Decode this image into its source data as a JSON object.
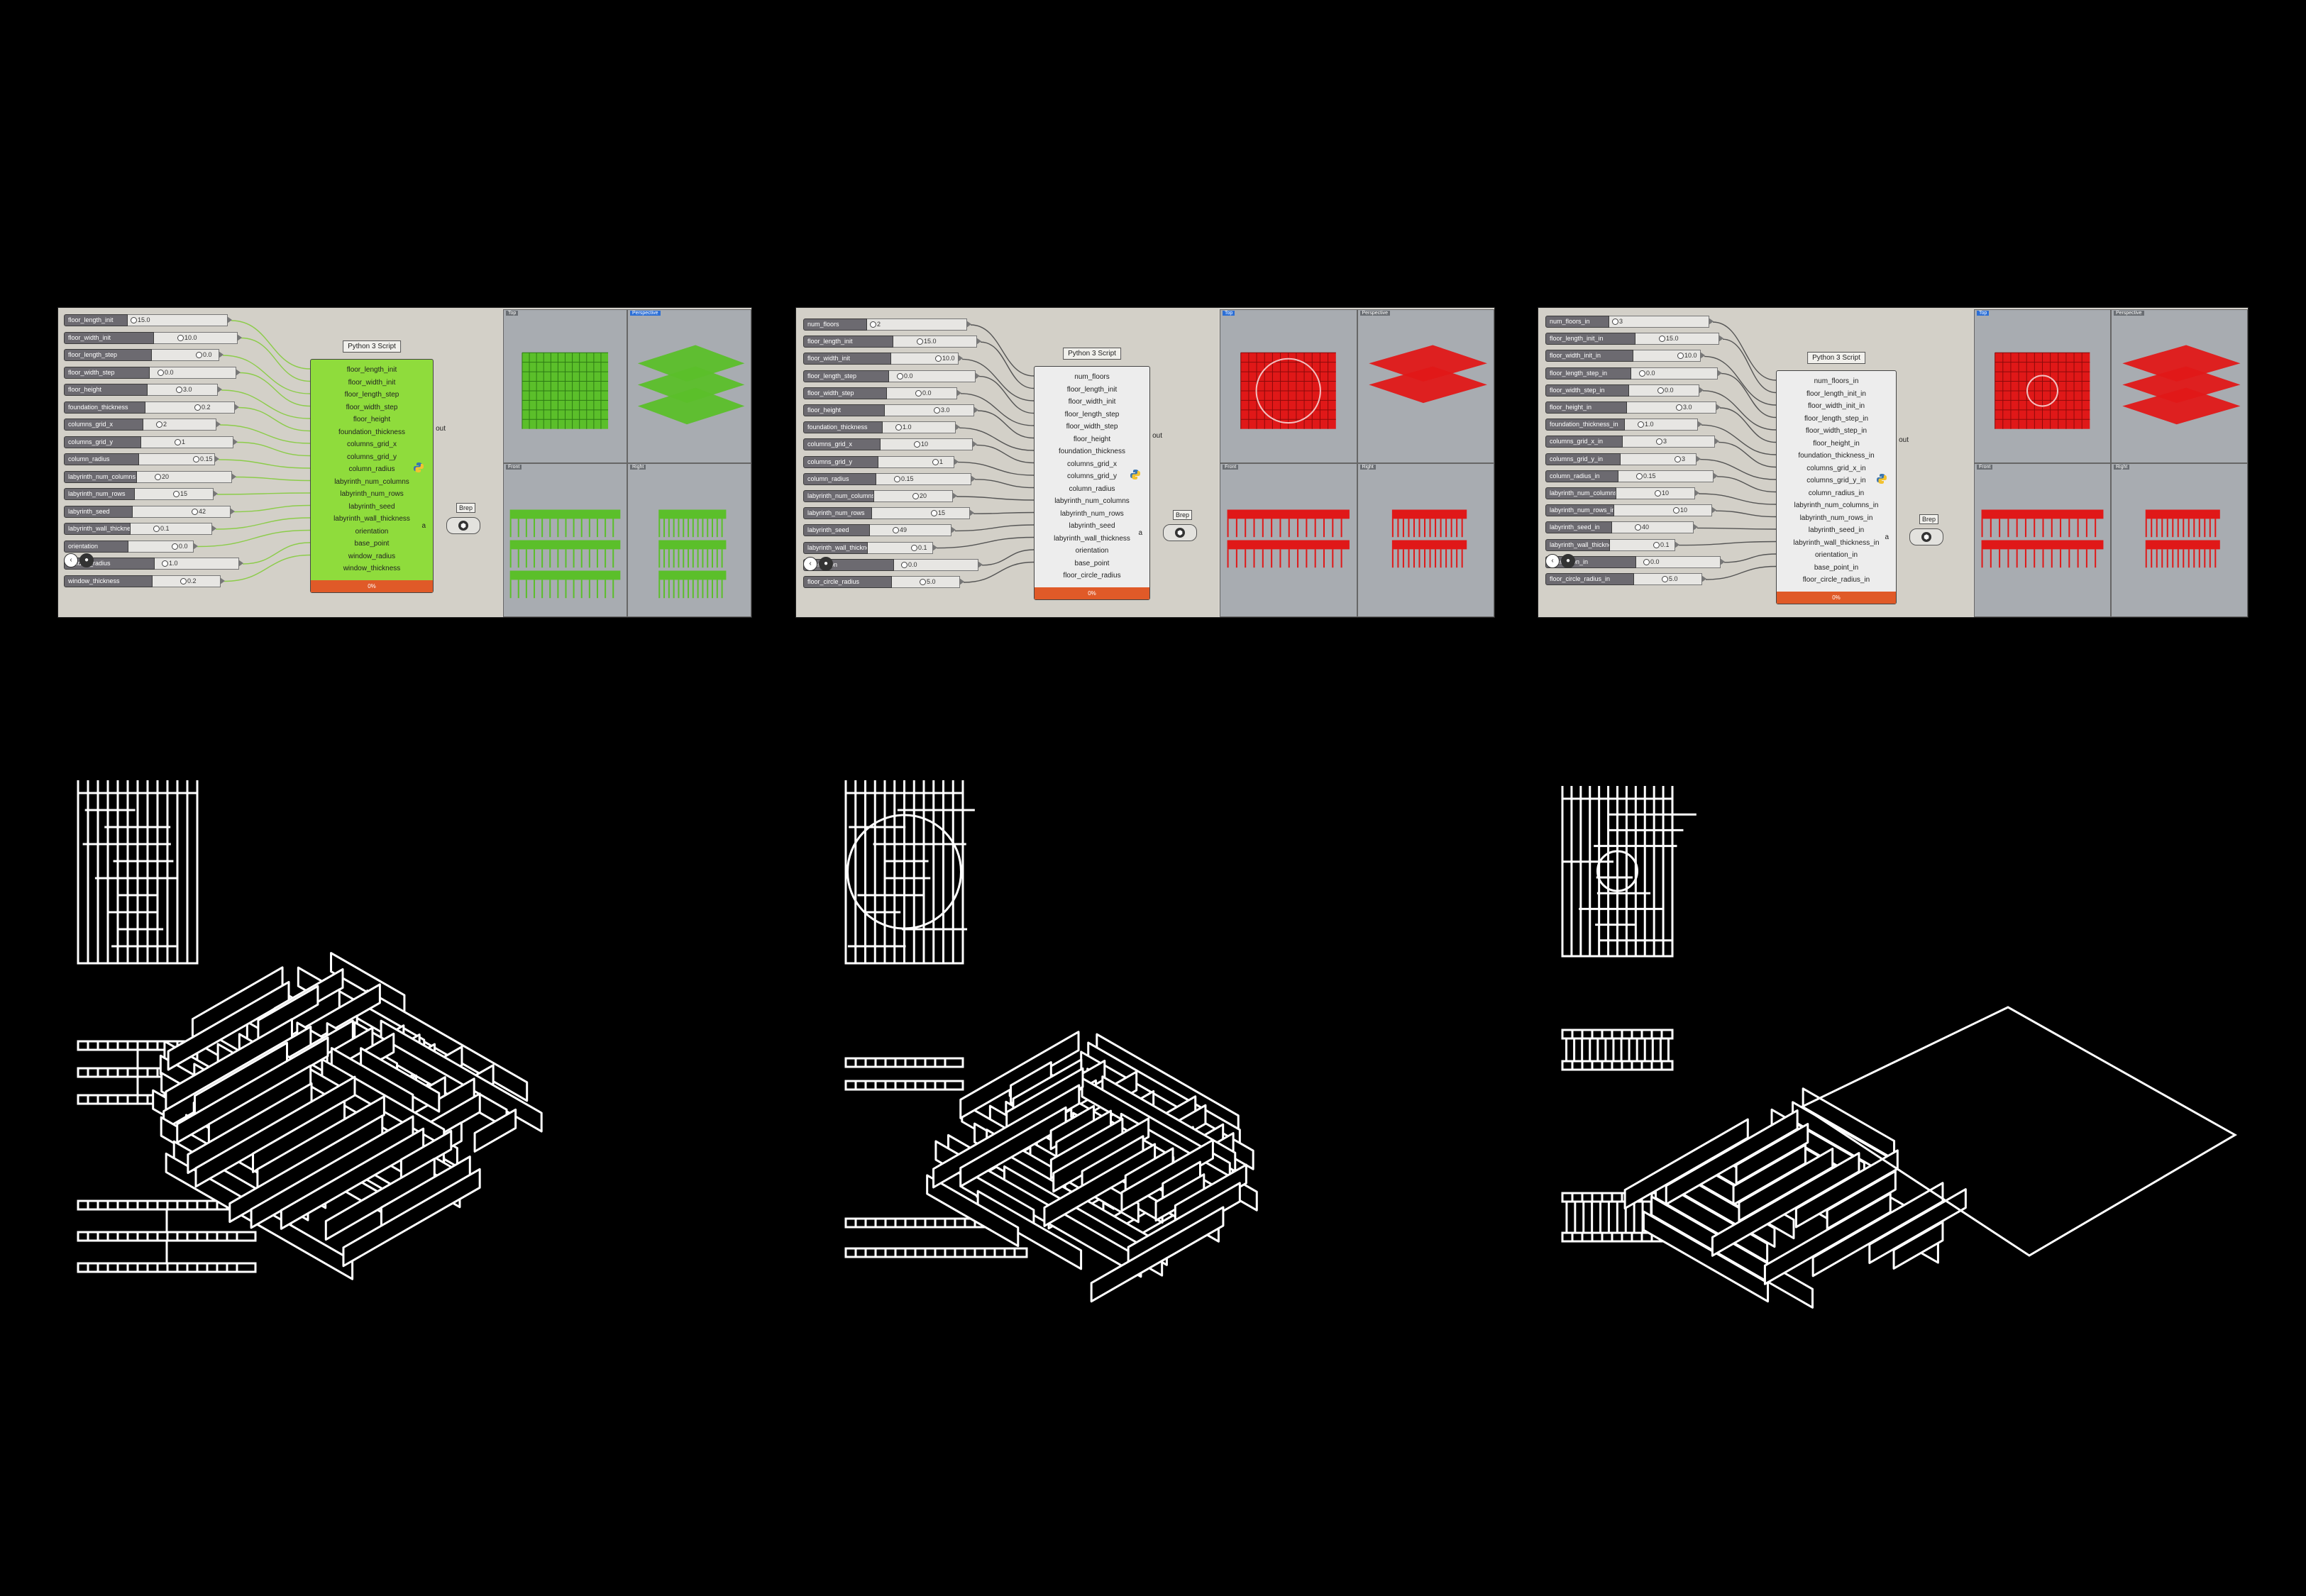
{
  "panels": [
    {
      "title": "Python 3 Script",
      "inputs": [
        "floor_length_init",
        "floor_width_init",
        "floor_length_step",
        "floor_width_step",
        "floor_height",
        "foundation_thickness",
        "columns_grid_x",
        "columns_grid_y",
        "column_radius",
        "labyrinth_num_columns",
        "labyrinth_num_rows",
        "labyrinth_seed",
        "labyrinth_wall_thickness",
        "orientation",
        "base_point",
        "window_radius",
        "window_thickness"
      ],
      "output_a": "out",
      "output_b": "a",
      "footer": "0%",
      "brep_label": "Brep",
      "sliders": [
        {
          "label": "floor_length_init",
          "value": "15.0"
        },
        {
          "label": "floor_width_init",
          "value": "10.0"
        },
        {
          "label": "floor_length_step",
          "value": "0.0"
        },
        {
          "label": "floor_width_step",
          "value": "0.0"
        },
        {
          "label": "floor_height",
          "value": "3.0"
        },
        {
          "label": "foundation_thickness",
          "value": "0.2"
        },
        {
          "label": "columns_grid_x",
          "value": "2"
        },
        {
          "label": "columns_grid_y",
          "value": "1"
        },
        {
          "label": "column_radius",
          "value": "0.15"
        },
        {
          "label": "labyrinth_num_columns",
          "value": "20"
        },
        {
          "label": "labyrinth_num_rows",
          "value": "15"
        },
        {
          "label": "labyrinth_seed",
          "value": "42"
        },
        {
          "label": "labyrinth_wall_thickness",
          "value": "0.1"
        },
        {
          "label": "orientation",
          "value": "0.0"
        },
        {
          "label": "window_radius",
          "value": "1.0"
        },
        {
          "label": "window_thickness",
          "value": "0.2"
        }
      ],
      "viewports": [
        "Top",
        "Perspective",
        "Front",
        "Right"
      ]
    },
    {
      "title": "Python 3 Script",
      "inputs": [
        "num_floors",
        "floor_length_init",
        "floor_width_init",
        "floor_length_step",
        "floor_width_step",
        "floor_height",
        "foundation_thickness",
        "columns_grid_x",
        "columns_grid_y",
        "column_radius",
        "labyrinth_num_columns",
        "labyrinth_num_rows",
        "labyrinth_seed",
        "labyrinth_wall_thickness",
        "orientation",
        "base_point",
        "floor_circle_radius"
      ],
      "output_a": "out",
      "output_b": "a",
      "footer": "0%",
      "brep_label": "Brep",
      "sliders": [
        {
          "label": "num_floors",
          "value": "2"
        },
        {
          "label": "floor_length_init",
          "value": "15.0"
        },
        {
          "label": "floor_width_init",
          "value": "10.0"
        },
        {
          "label": "floor_length_step",
          "value": "0.0"
        },
        {
          "label": "floor_width_step",
          "value": "0.0"
        },
        {
          "label": "floor_height",
          "value": "3.0"
        },
        {
          "label": "foundation_thickness",
          "value": "1.0"
        },
        {
          "label": "columns_grid_x",
          "value": "10"
        },
        {
          "label": "columns_grid_y",
          "value": "1"
        },
        {
          "label": "column_radius",
          "value": "0.15"
        },
        {
          "label": "labyrinth_num_columns",
          "value": "20"
        },
        {
          "label": "labyrinth_num_rows",
          "value": "15"
        },
        {
          "label": "labyrinth_seed",
          "value": "49"
        },
        {
          "label": "labyrinth_wall_thickness",
          "value": "0.1"
        },
        {
          "label": "orientation",
          "value": "0.0"
        },
        {
          "label": "floor_circle_radius",
          "value": "5.0"
        }
      ],
      "viewports": [
        "Top",
        "Perspective",
        "Front",
        "Right"
      ]
    },
    {
      "title": "Python 3 Script",
      "inputs": [
        "num_floors_in",
        "floor_length_init_in",
        "floor_width_init_in",
        "floor_length_step_in",
        "floor_width_step_in",
        "floor_height_in",
        "foundation_thickness_in",
        "columns_grid_x_in",
        "columns_grid_y_in",
        "column_radius_in",
        "labyrinth_num_columns_in",
        "labyrinth_num_rows_in",
        "labyrinth_seed_in",
        "labyrinth_wall_thickness_in",
        "orientation_in",
        "base_point_in",
        "floor_circle_radius_in"
      ],
      "output_a": "out",
      "output_b": "a",
      "footer": "0%",
      "brep_label": "Brep",
      "sliders": [
        {
          "label": "num_floors_in",
          "value": "3"
        },
        {
          "label": "floor_length_init_in",
          "value": "15.0"
        },
        {
          "label": "floor_width_init_in",
          "value": "10.0"
        },
        {
          "label": "floor_length_step_in",
          "value": "0.0"
        },
        {
          "label": "floor_width_step_in",
          "value": "0.0"
        },
        {
          "label": "floor_height_in",
          "value": "3.0"
        },
        {
          "label": "foundation_thickness_in",
          "value": "1.0"
        },
        {
          "label": "columns_grid_x_in",
          "value": "3"
        },
        {
          "label": "columns_grid_y_in",
          "value": "3"
        },
        {
          "label": "column_radius_in",
          "value": "0.15"
        },
        {
          "label": "labyrinth_num_columns_in",
          "value": "10"
        },
        {
          "label": "labyrinth_num_rows_in",
          "value": "10"
        },
        {
          "label": "labyrinth_seed_in",
          "value": "40"
        },
        {
          "label": "labyrinth_wall_thickness_in",
          "value": "0.1"
        },
        {
          "label": "orientation_in",
          "value": "0.0"
        },
        {
          "label": "floor_circle_radius_in",
          "value": "5.0"
        }
      ],
      "viewports": [
        "Top",
        "Perspective",
        "Front",
        "Right"
      ]
    }
  ],
  "colors": {
    "panel1_component": "#8fdc3c",
    "panel2_component": "#ededed",
    "panel3_component": "#ededed",
    "panel1_geometry": "#5bbf2a",
    "panel2_geometry": "#e01818",
    "panel3_geometry": "#e01818",
    "wire_active": "#8ccc4a",
    "wire_inactive": "#555555",
    "footer": "#e05a28",
    "drawing_line": "#ffffff"
  }
}
